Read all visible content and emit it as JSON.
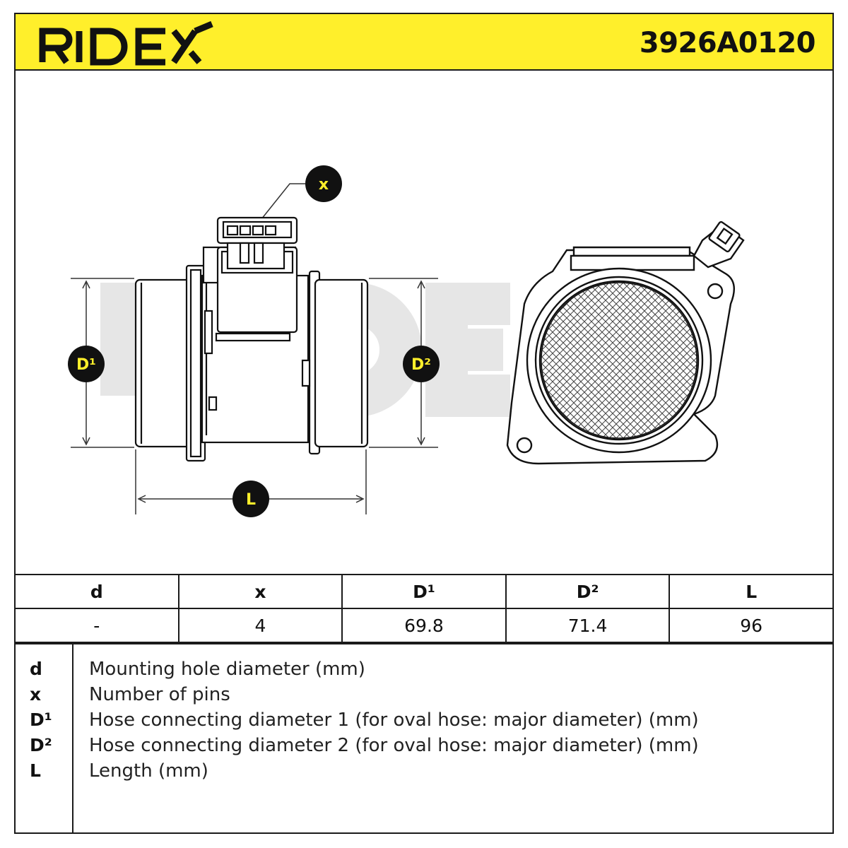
{
  "header": {
    "brand": "RIDEX",
    "part_number": "3926A0120",
    "brand_color": "#ffef2b"
  },
  "drawing": {
    "callouts": {
      "x": "x",
      "d1": "D¹",
      "d2": "D²",
      "l": "L"
    }
  },
  "table": {
    "headers": [
      "d",
      "x",
      "D¹",
      "D²",
      "L"
    ],
    "values": [
      "-",
      "4",
      "69.8",
      "71.4",
      "96"
    ]
  },
  "legend": [
    {
      "key": "d",
      "text": "Mounting hole diameter (mm)"
    },
    {
      "key": "x",
      "text": "Number of pins"
    },
    {
      "key": "D¹",
      "text": "Hose connecting diameter 1 (for oval hose: major diameter) (mm)"
    },
    {
      "key": "D²",
      "text": "Hose connecting diameter 2 (for oval hose: major diameter) (mm)"
    },
    {
      "key": "L",
      "text": "Length (mm)"
    }
  ]
}
